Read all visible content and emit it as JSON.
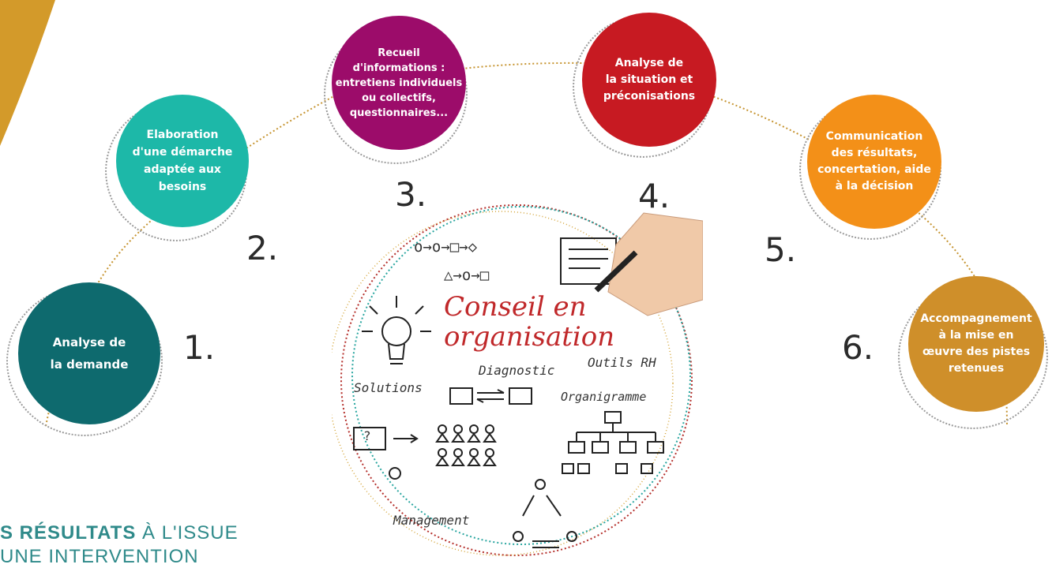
{
  "steps": [
    {
      "number": "1.",
      "lines": [
        "Analyse de",
        "la demande"
      ],
      "color": "#0e6a6e"
    },
    {
      "number": "2.",
      "lines": [
        "Elaboration",
        "d'une démarche",
        "adaptée aux",
        "besoins"
      ],
      "color": "#1db8a8"
    },
    {
      "number": "3.",
      "lines": [
        "Recueil",
        "d'informations :",
        "entretiens individuels",
        "ou collectifs,",
        "questionnaires..."
      ],
      "color": "#9c0c6a"
    },
    {
      "number": "4.",
      "lines": [
        "Analyse de",
        "la situation et",
        "préconisations"
      ],
      "color": "#c71a22"
    },
    {
      "number": "5.",
      "lines": [
        "Communication",
        "des résultats,",
        "concertation, aide",
        "à la décision"
      ],
      "color": "#f39018"
    },
    {
      "number": "6.",
      "lines": [
        "Accompagnement",
        "à la mise en",
        "œuvre des pistes",
        "retenues"
      ],
      "color": "#cf8f2a"
    }
  ],
  "sketch": {
    "title_line1": "Conseil en",
    "title_line2": "organisation",
    "flow_line1": "o→o→□→◇",
    "flow_line2": "△→o→□",
    "solutions": "Solutions",
    "diagnostic": "Diagnostic",
    "outils": "Outils RH",
    "organigramme": "Organigramme",
    "management": "Management",
    "question": "?"
  },
  "bottom": {
    "bold": "S RÉSULTATS",
    "rest": " À L'ISSUE",
    "line2": "UNE INTERVENTION"
  },
  "colors": {
    "accent": "#d39a2a",
    "teal_text": "#2f8a8a"
  }
}
